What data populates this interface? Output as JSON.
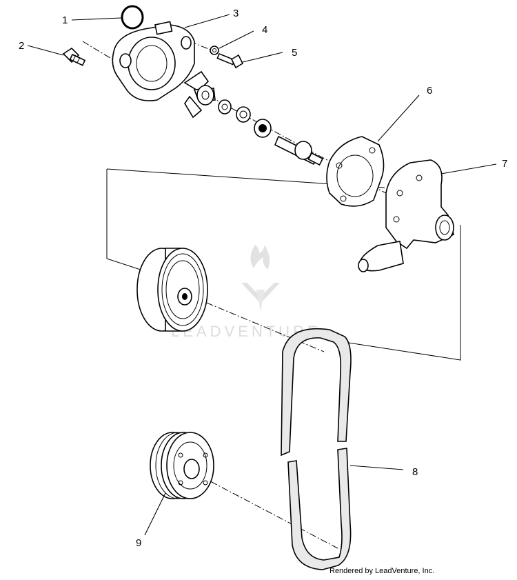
{
  "watermark": {
    "text": "LEADVENTURE"
  },
  "credit": "Rendered by LeadVenture, Inc.",
  "callouts": [
    {
      "number": "1",
      "part": "o-ring"
    },
    {
      "number": "2",
      "part": "fitting"
    },
    {
      "number": "3",
      "part": "pump-cover"
    },
    {
      "number": "4",
      "part": "washer"
    },
    {
      "number": "5",
      "part": "bolt"
    },
    {
      "number": "6",
      "part": "gasket"
    },
    {
      "number": "7",
      "part": "pump-housing"
    },
    {
      "number": "8",
      "part": "belt"
    },
    {
      "number": "9",
      "part": "drive-pulley"
    }
  ]
}
